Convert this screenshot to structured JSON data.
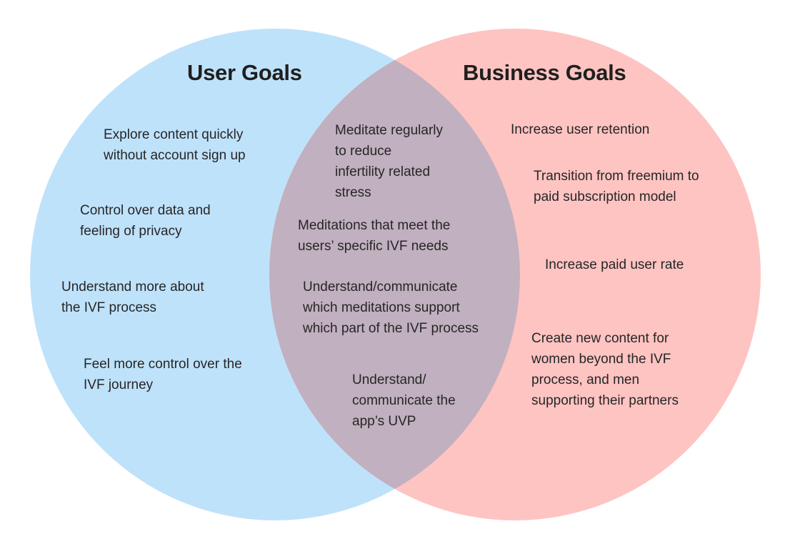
{
  "diagram": {
    "type": "venn",
    "colors": {
      "left_circle": "#bfe2fb",
      "right_circle": "#fec4c2",
      "overlap": "#c1b0bf",
      "text": "#262626",
      "title": "#1f1f1f"
    },
    "left": {
      "title": "User Goals",
      "items": [
        "Explore content quickly\nwithout account sign up",
        "Control over data and\nfeeling of privacy",
        "Understand more about\nthe IVF process",
        "Feel more control over the\nIVF journey"
      ]
    },
    "intersection": {
      "items": [
        "Meditate regularly\nto reduce\ninfertility related\nstress",
        "Meditations that meet the\nusers’ specific IVF needs",
        "Understand/communicate\nwhich meditations support\nwhich part of the IVF process",
        "Understand/\ncommunicate the\napp’s UVP"
      ]
    },
    "right": {
      "title": "Business Goals",
      "items": [
        "Increase user retention",
        "Transition from freemium to\npaid subscription model",
        "Increase paid user rate",
        "Create new content for\nwomen beyond the IVF\nprocess, and men\nsupporting their partners"
      ]
    }
  }
}
